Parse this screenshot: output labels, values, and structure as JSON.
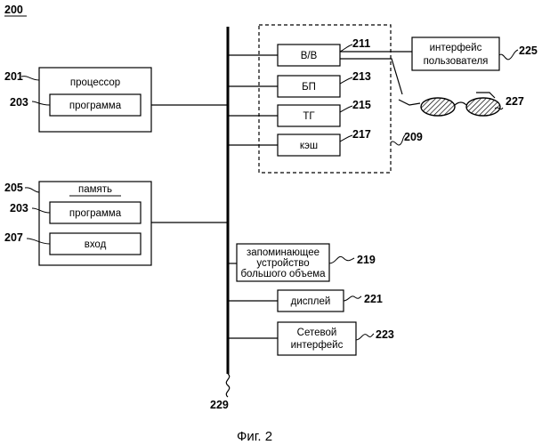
{
  "figure_number": "200",
  "caption": "Фиг. 2",
  "bus": {
    "ref": "229"
  },
  "processor": {
    "ref": "201",
    "label": "процессор",
    "program": {
      "ref": "203",
      "label": "программа"
    }
  },
  "memory": {
    "ref": "205",
    "label": "память",
    "program": {
      "ref": "203",
      "label": "программа"
    },
    "input": {
      "ref": "207",
      "label": "вход"
    }
  },
  "io_group": {
    "ref": "209",
    "io": {
      "ref": "211",
      "label": "В/В"
    },
    "bp": {
      "ref": "213",
      "label": "БП"
    },
    "tg": {
      "ref": "215",
      "label": "ТГ"
    },
    "cache": {
      "ref": "217",
      "label": "кэш"
    }
  },
  "user_interface": {
    "ref": "225",
    "line1": "интерфейс",
    "line2": "пользователя"
  },
  "glasses": {
    "ref": "227",
    "icon": "glasses-icon"
  },
  "mass_storage": {
    "ref": "219",
    "line1": "запоминающее",
    "line2": "устройство",
    "line3": "большого объема"
  },
  "display": {
    "ref": "221",
    "label": "дисплей"
  },
  "network": {
    "ref": "223",
    "line1": "Сетевой",
    "line2": "интерфейс"
  }
}
